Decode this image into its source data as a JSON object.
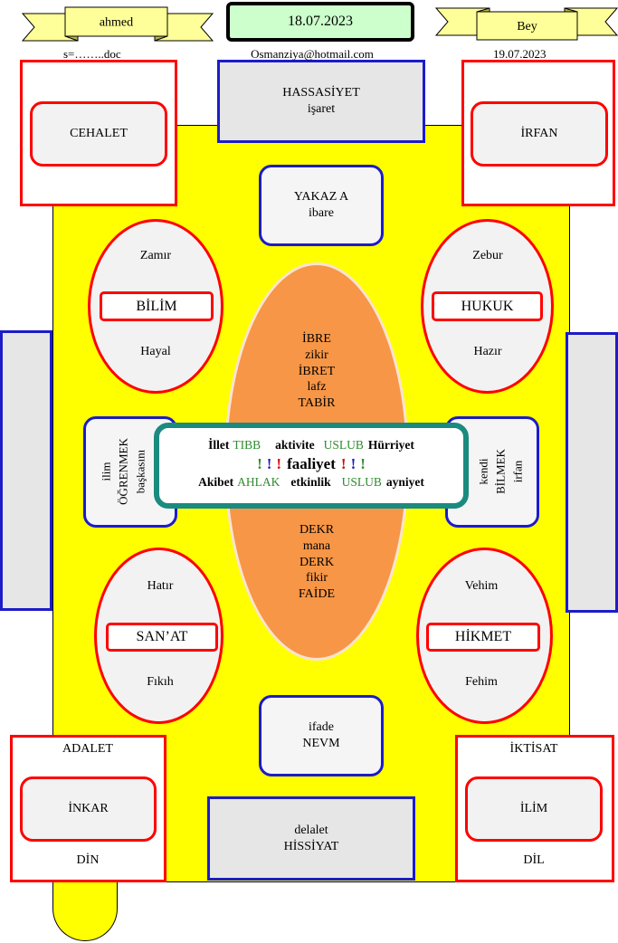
{
  "colors": {
    "yellow": "#ffff00",
    "red": "#ff0000",
    "blue": "#1c1cc8",
    "teal": "#1b8a7f",
    "orange": "#f79646",
    "grey": "#e6e6e6",
    "date_fill": "#ccffcc",
    "ribbon_fill": "#ffff99",
    "green_text": "#2e8b2e",
    "blue_text": "#1c1cc8",
    "red_text": "#e00000"
  },
  "header": {
    "ribbon_left": "ahmed",
    "date_box": "18.07.2023",
    "ribbon_right": "Bey",
    "file_name": "s=……..doc",
    "email": "Osmanziya@hotmail.com",
    "date_right": "19.07.2023"
  },
  "top_grey_box": {
    "line1": "HASSASİYET",
    "line2": "işaret"
  },
  "corner_top_left": {
    "inner": "CEHALET"
  },
  "corner_top_right": {
    "inner": "İRFAN"
  },
  "top_blue_box": {
    "line1": "YAKAZ A",
    "line2": "ibare"
  },
  "oval_top_left": {
    "top": "Zamır",
    "label": "BİLİM",
    "bottom": "Hayal"
  },
  "oval_top_right": {
    "top": "Zebur",
    "label": "HUKUK",
    "bottom": "Hazır"
  },
  "center_oval": {
    "upper_lines": [
      "İBRE",
      "zikir",
      "İBRET",
      "lafz",
      "TABİR"
    ],
    "lower_lines": [
      "DEKR",
      "mana",
      "DERK",
      "fikir",
      "FAİDE"
    ]
  },
  "side_box_left": {
    "lines": [
      "ilim",
      "ÖĞRENMEK",
      "başkasını"
    ]
  },
  "side_box_right": {
    "lines": [
      "kendi",
      "BİLMEK",
      "irfan"
    ]
  },
  "center_box": {
    "row1": [
      "İllet",
      "TIBB",
      "aktivite",
      "USLUB",
      "Hürriyet"
    ],
    "row2": [
      "!",
      "!",
      "!",
      "faaliyet",
      "!",
      "!",
      "!"
    ],
    "row3": [
      "Akibet",
      "AHLAK",
      "etkinlik",
      "USLUB",
      "ayniyet"
    ]
  },
  "oval_bottom_left": {
    "top": "Hatır",
    "label": "SAN’AT",
    "bottom": "Fıkıh"
  },
  "oval_bottom_right": {
    "top": "Vehim",
    "label": "HİKMET",
    "bottom": "Fehim"
  },
  "bottom_blue_box": {
    "line1": "ifade",
    "line2": "NEVM"
  },
  "corner_bottom_left": {
    "top": "ADALET",
    "inner": "İNKAR",
    "bottom": "DİN"
  },
  "corner_bottom_right": {
    "top": "İKTİSAT",
    "inner": "İLİM",
    "bottom": "DİL"
  },
  "bottom_grey_box": {
    "line1": "delalet",
    "line2": "HİSSİYAT"
  }
}
